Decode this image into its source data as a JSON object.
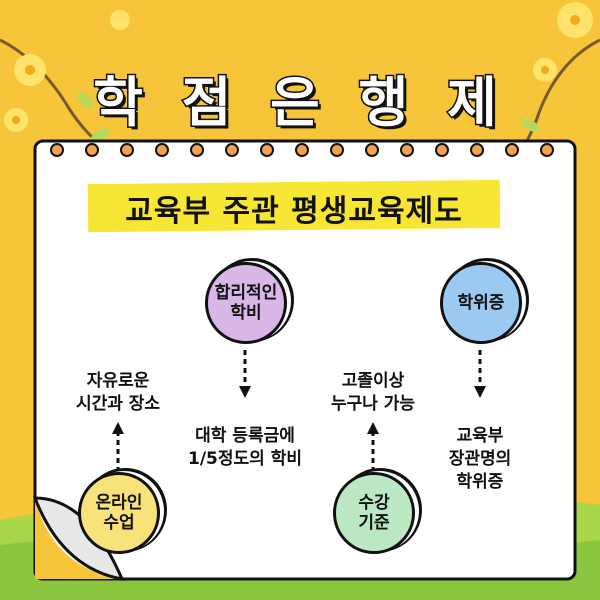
{
  "title": "학 점 은 행 제",
  "subtitle": "교육부 주관 평생교육제도",
  "colors": {
    "background": "#f6c53a",
    "grass": "#a9d64a",
    "band": "#f7e634",
    "purple": "#d9b7e6",
    "blue": "#9cc9f2",
    "yellow": "#f7e37a",
    "green": "#bde8c4"
  },
  "nodes": {
    "tuition": {
      "lines": [
        "합리적인",
        "학비"
      ],
      "desc": [
        "대학 등록금에",
        "1/5정도의 학비"
      ]
    },
    "degree": {
      "lines": [
        "학위증"
      ],
      "desc": [
        "교육부",
        "장관명의",
        "학위증"
      ]
    },
    "online": {
      "lines": [
        "온라인",
        "수업"
      ],
      "desc": [
        "자유로운",
        "시간과 장소"
      ]
    },
    "criteria": {
      "lines": [
        "수강",
        "기준"
      ],
      "desc": [
        "고졸이상",
        "누구나 가능"
      ]
    }
  }
}
